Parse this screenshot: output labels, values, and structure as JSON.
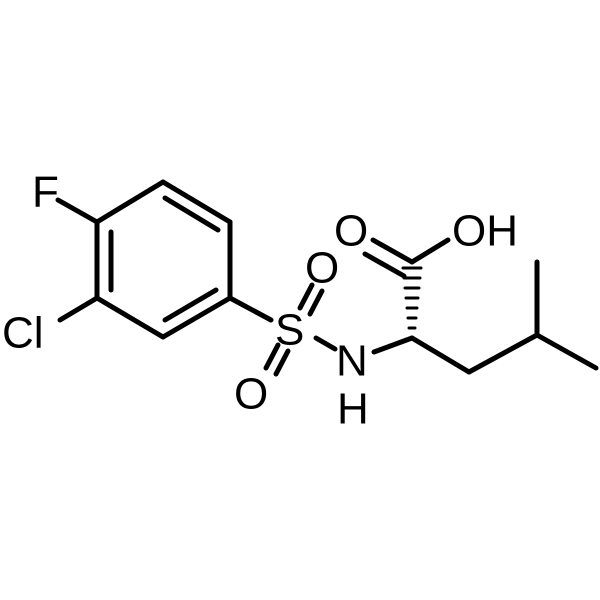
{
  "molecule": {
    "atoms": {
      "fluorine": "F",
      "chlorine": "Cl",
      "sulfur": "S",
      "sulfonyl_oxygen_top": "O",
      "sulfonyl_oxygen_bottom": "O",
      "amine_nitrogen": "N",
      "amine_hydrogen": "H",
      "carbonyl_oxygen": "O",
      "hydroxyl": "OH"
    },
    "colors": {
      "bond": "#000000",
      "label": "#000000",
      "background": "#ffffff"
    }
  }
}
